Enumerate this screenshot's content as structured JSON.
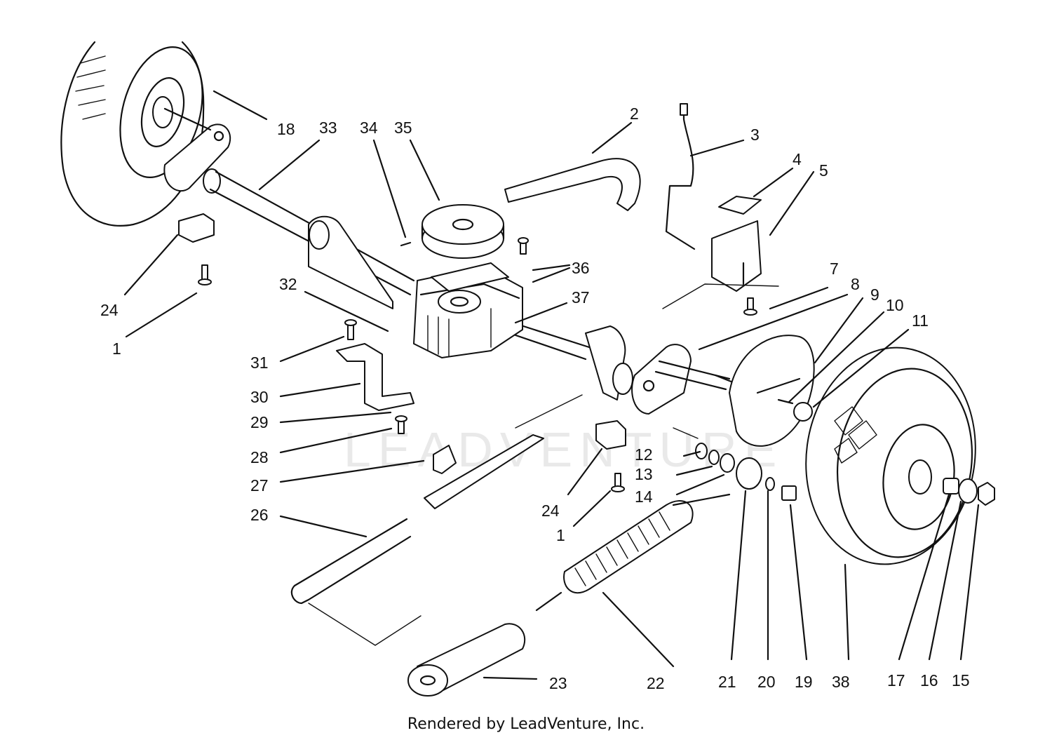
{
  "watermark": "LEADVENTURE",
  "footer": "Rendered by LeadVenture, Inc.",
  "callouts": {
    "c1a": "1",
    "c1b": "1",
    "c2": "2",
    "c3": "3",
    "c4": "4",
    "c5": "5",
    "c7": "7",
    "c8": "8",
    "c9": "9",
    "c10": "10",
    "c11": "11",
    "c12": "12",
    "c13": "13",
    "c14": "14",
    "c15": "15",
    "c16": "16",
    "c17": "17",
    "c18": "18",
    "c19": "19",
    "c20": "20",
    "c21": "21",
    "c22": "22",
    "c23": "23",
    "c24a": "24",
    "c24b": "24",
    "c26": "26",
    "c27": "27",
    "c28": "28",
    "c29": "29",
    "c30": "30",
    "c31": "31",
    "c32": "32",
    "c33": "33",
    "c34": "34",
    "c35": "35",
    "c36": "36",
    "c37": "37",
    "c38": "38"
  }
}
